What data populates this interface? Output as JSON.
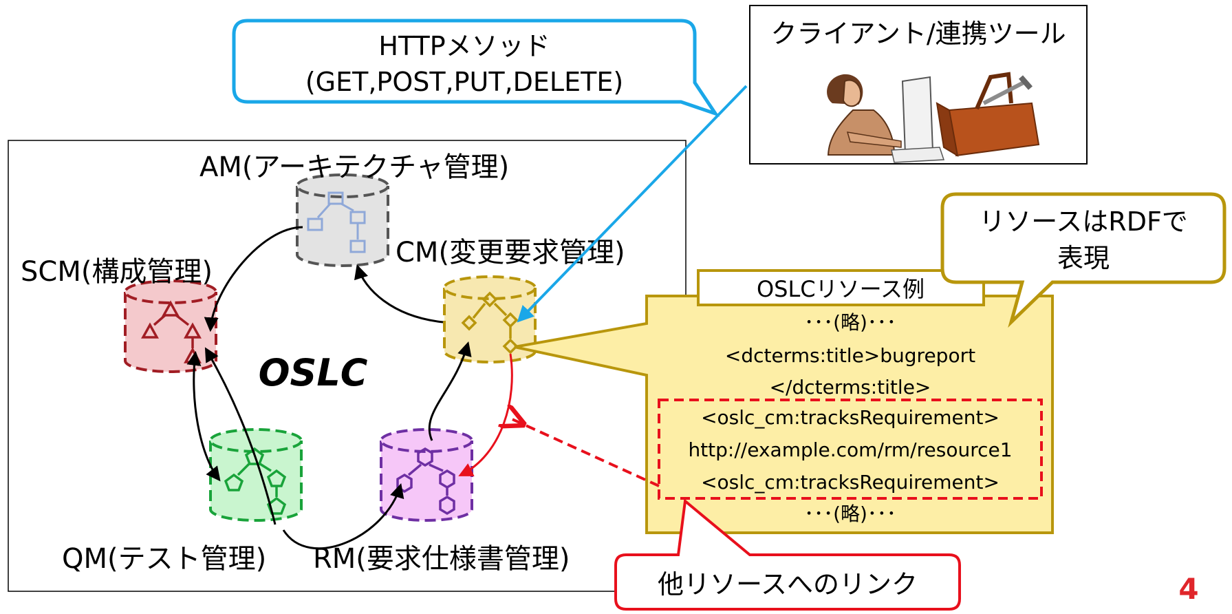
{
  "http_callout": {
    "line1": "HTTPメソッド",
    "line2": "(GET,POST,PUT,DELETE)"
  },
  "client_box": {
    "title": "クライアント/連携ツール"
  },
  "oslc_label": "OSLC",
  "nodes": {
    "am": "AM(アーキテクチャ管理)",
    "scm": "SCM(構成管理)",
    "cm": "CM(変更要求管理)",
    "qm": "QM(テスト管理)",
    "rm": "RM(要求仕様書管理)"
  },
  "rdf_callout": {
    "line1": "リソースはRDFで",
    "line2": "表現"
  },
  "resource_example": {
    "tab_label": "OSLCリソース例",
    "lines": [
      "･･･(略)･･･",
      "<dcterms:title>bugreport",
      "</dcterms:title>",
      "<oslc_cm:tracksRequirement>",
      "http://example.com/rm/resource1",
      "<oslc_cm:tracksRequirement>",
      "･･･(略)･･･"
    ]
  },
  "link_callout": "他リソースへのリンク",
  "page_number": "4",
  "colors": {
    "accent_blue": "#1aa7e8",
    "gold": "#b8960c",
    "note_fill": "#fdeea6",
    "red": "#e8101c",
    "page_number": "#e0262b"
  }
}
